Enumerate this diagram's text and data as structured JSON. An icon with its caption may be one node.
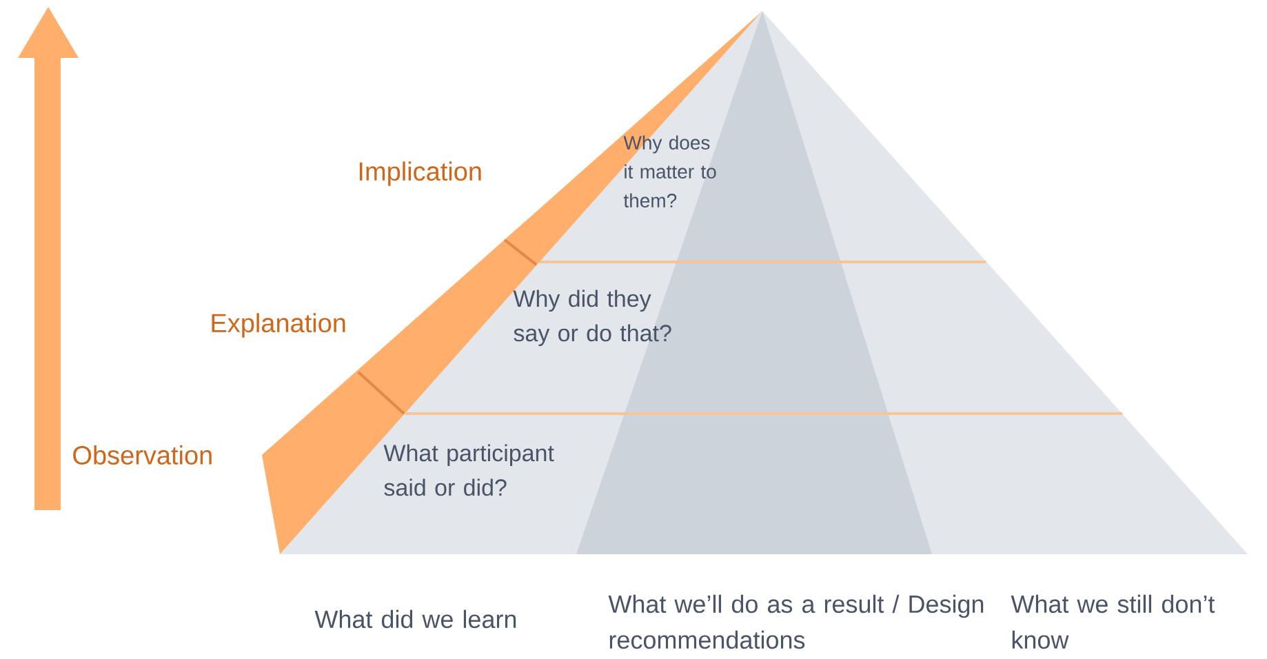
{
  "diagram": {
    "nodes": [
      {
        "text": [
          "Why does it matter to them?"
        ]
      },
      {
        "text": [
          "Why did they say or do that?"
        ]
      },
      {
        "text": [
          "What participant said or did?"
        ]
      }
    ],
    "labels": [
      "Implication",
      "Explanation",
      "Observation",
      "What did we learn",
      "What we’ll do as a result / Design recommendations",
      "What we still don’t know"
    ]
  }
}
